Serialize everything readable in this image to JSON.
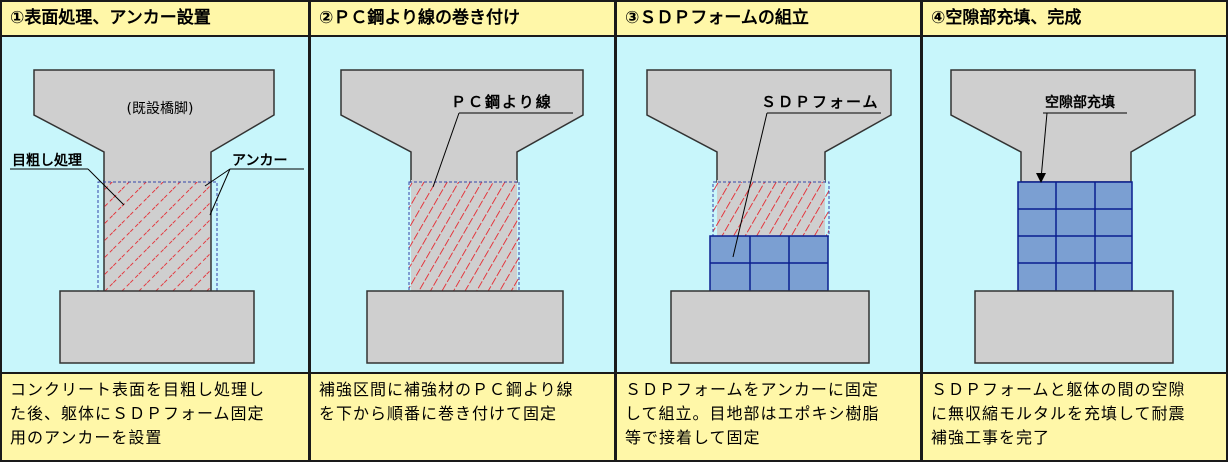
{
  "steps": [
    {
      "title": "①表面処理、アンカー設置",
      "description": [
        "コンクリート表面を目粗し処理し",
        "た後、躯体にＳＤＰフォーム固定",
        "用のアンカーを設置"
      ],
      "labels": {
        "pier": "(既設橋脚)",
        "roughening": "目粗し処理",
        "anchor": "アンカー"
      }
    },
    {
      "title": "②ＰＣ鋼より線の巻き付け",
      "description": [
        "補強区間に補強材のＰＣ鋼より線",
        "を下から順番に巻き付けて固定"
      ],
      "labels": {
        "strand": "ＰＣ鋼より線"
      }
    },
    {
      "title": "③ＳＤＰフォームの組立",
      "description": [
        "ＳＤＰフォームをアンカーに固定",
        "して組立。目地部はエポキシ樹脂",
        "等で接着して固定"
      ],
      "labels": {
        "form": "ＳＤＰフォーム"
      }
    },
    {
      "title": "④空隙部充填、完成",
      "description": [
        "ＳＤＰフォームと躯体の間の空隙",
        "に無収縮モルタルを充填して耐震",
        "補強工事を完了"
      ],
      "labels": {
        "fill": "空隙部充填"
      }
    }
  ],
  "colors": {
    "header": "#fff7a8",
    "diagram_bg": "#c8f6fb",
    "concrete": "#cfcfcf",
    "anchor_red": "#e8141c",
    "form_blue": "#7b9fd2",
    "form_line": "#0b1f8f"
  }
}
